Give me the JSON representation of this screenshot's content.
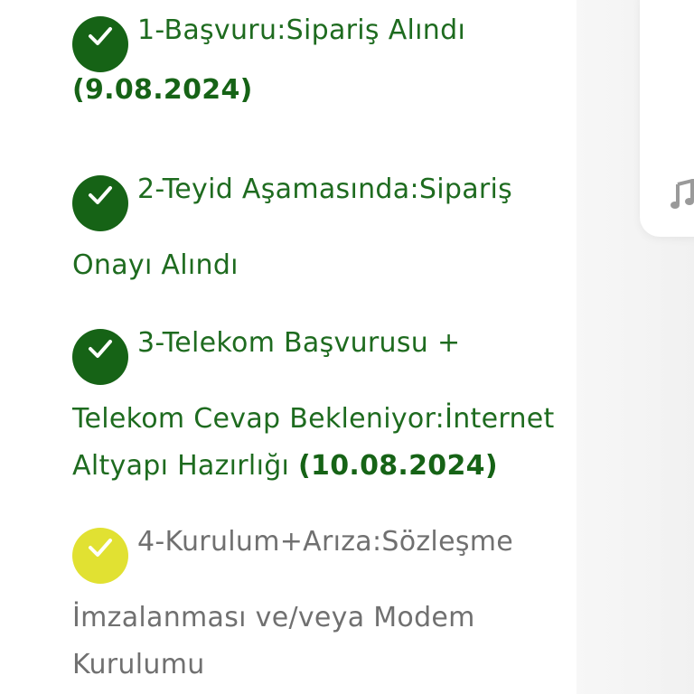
{
  "colors": {
    "done_icon": "#166316",
    "pending_icon": "#e1e132",
    "done_text": "#1e6b1f",
    "pending_text": "#707070",
    "date_text": "#166316"
  },
  "side": {
    "icon": "music-note-icon"
  },
  "steps": [
    {
      "status": "done",
      "icon": "check-icon",
      "title": "1-Başvuru:Sipariş Alındı",
      "lines": [],
      "date": "(9.08.2024)"
    },
    {
      "status": "done",
      "icon": "check-icon",
      "title": "2-Teyid Aşamasında:Sipariş",
      "lines": [
        "Onayı Alındı"
      ],
      "date": ""
    },
    {
      "status": "done",
      "icon": "check-icon",
      "title": "3-Telekom Başvurusu +",
      "lines": [
        "Telekom Cevap Bekleniyor:İnternet",
        "Altyapı Hazırlığı"
      ],
      "date": "(10.08.2024)"
    },
    {
      "status": "pending",
      "icon": "check-icon",
      "title": "4-Kurulum+Arıza:Sözleşme",
      "lines": [
        "İmzalanması ve/veya Modem",
        "Kurulumu"
      ],
      "date": ""
    }
  ]
}
